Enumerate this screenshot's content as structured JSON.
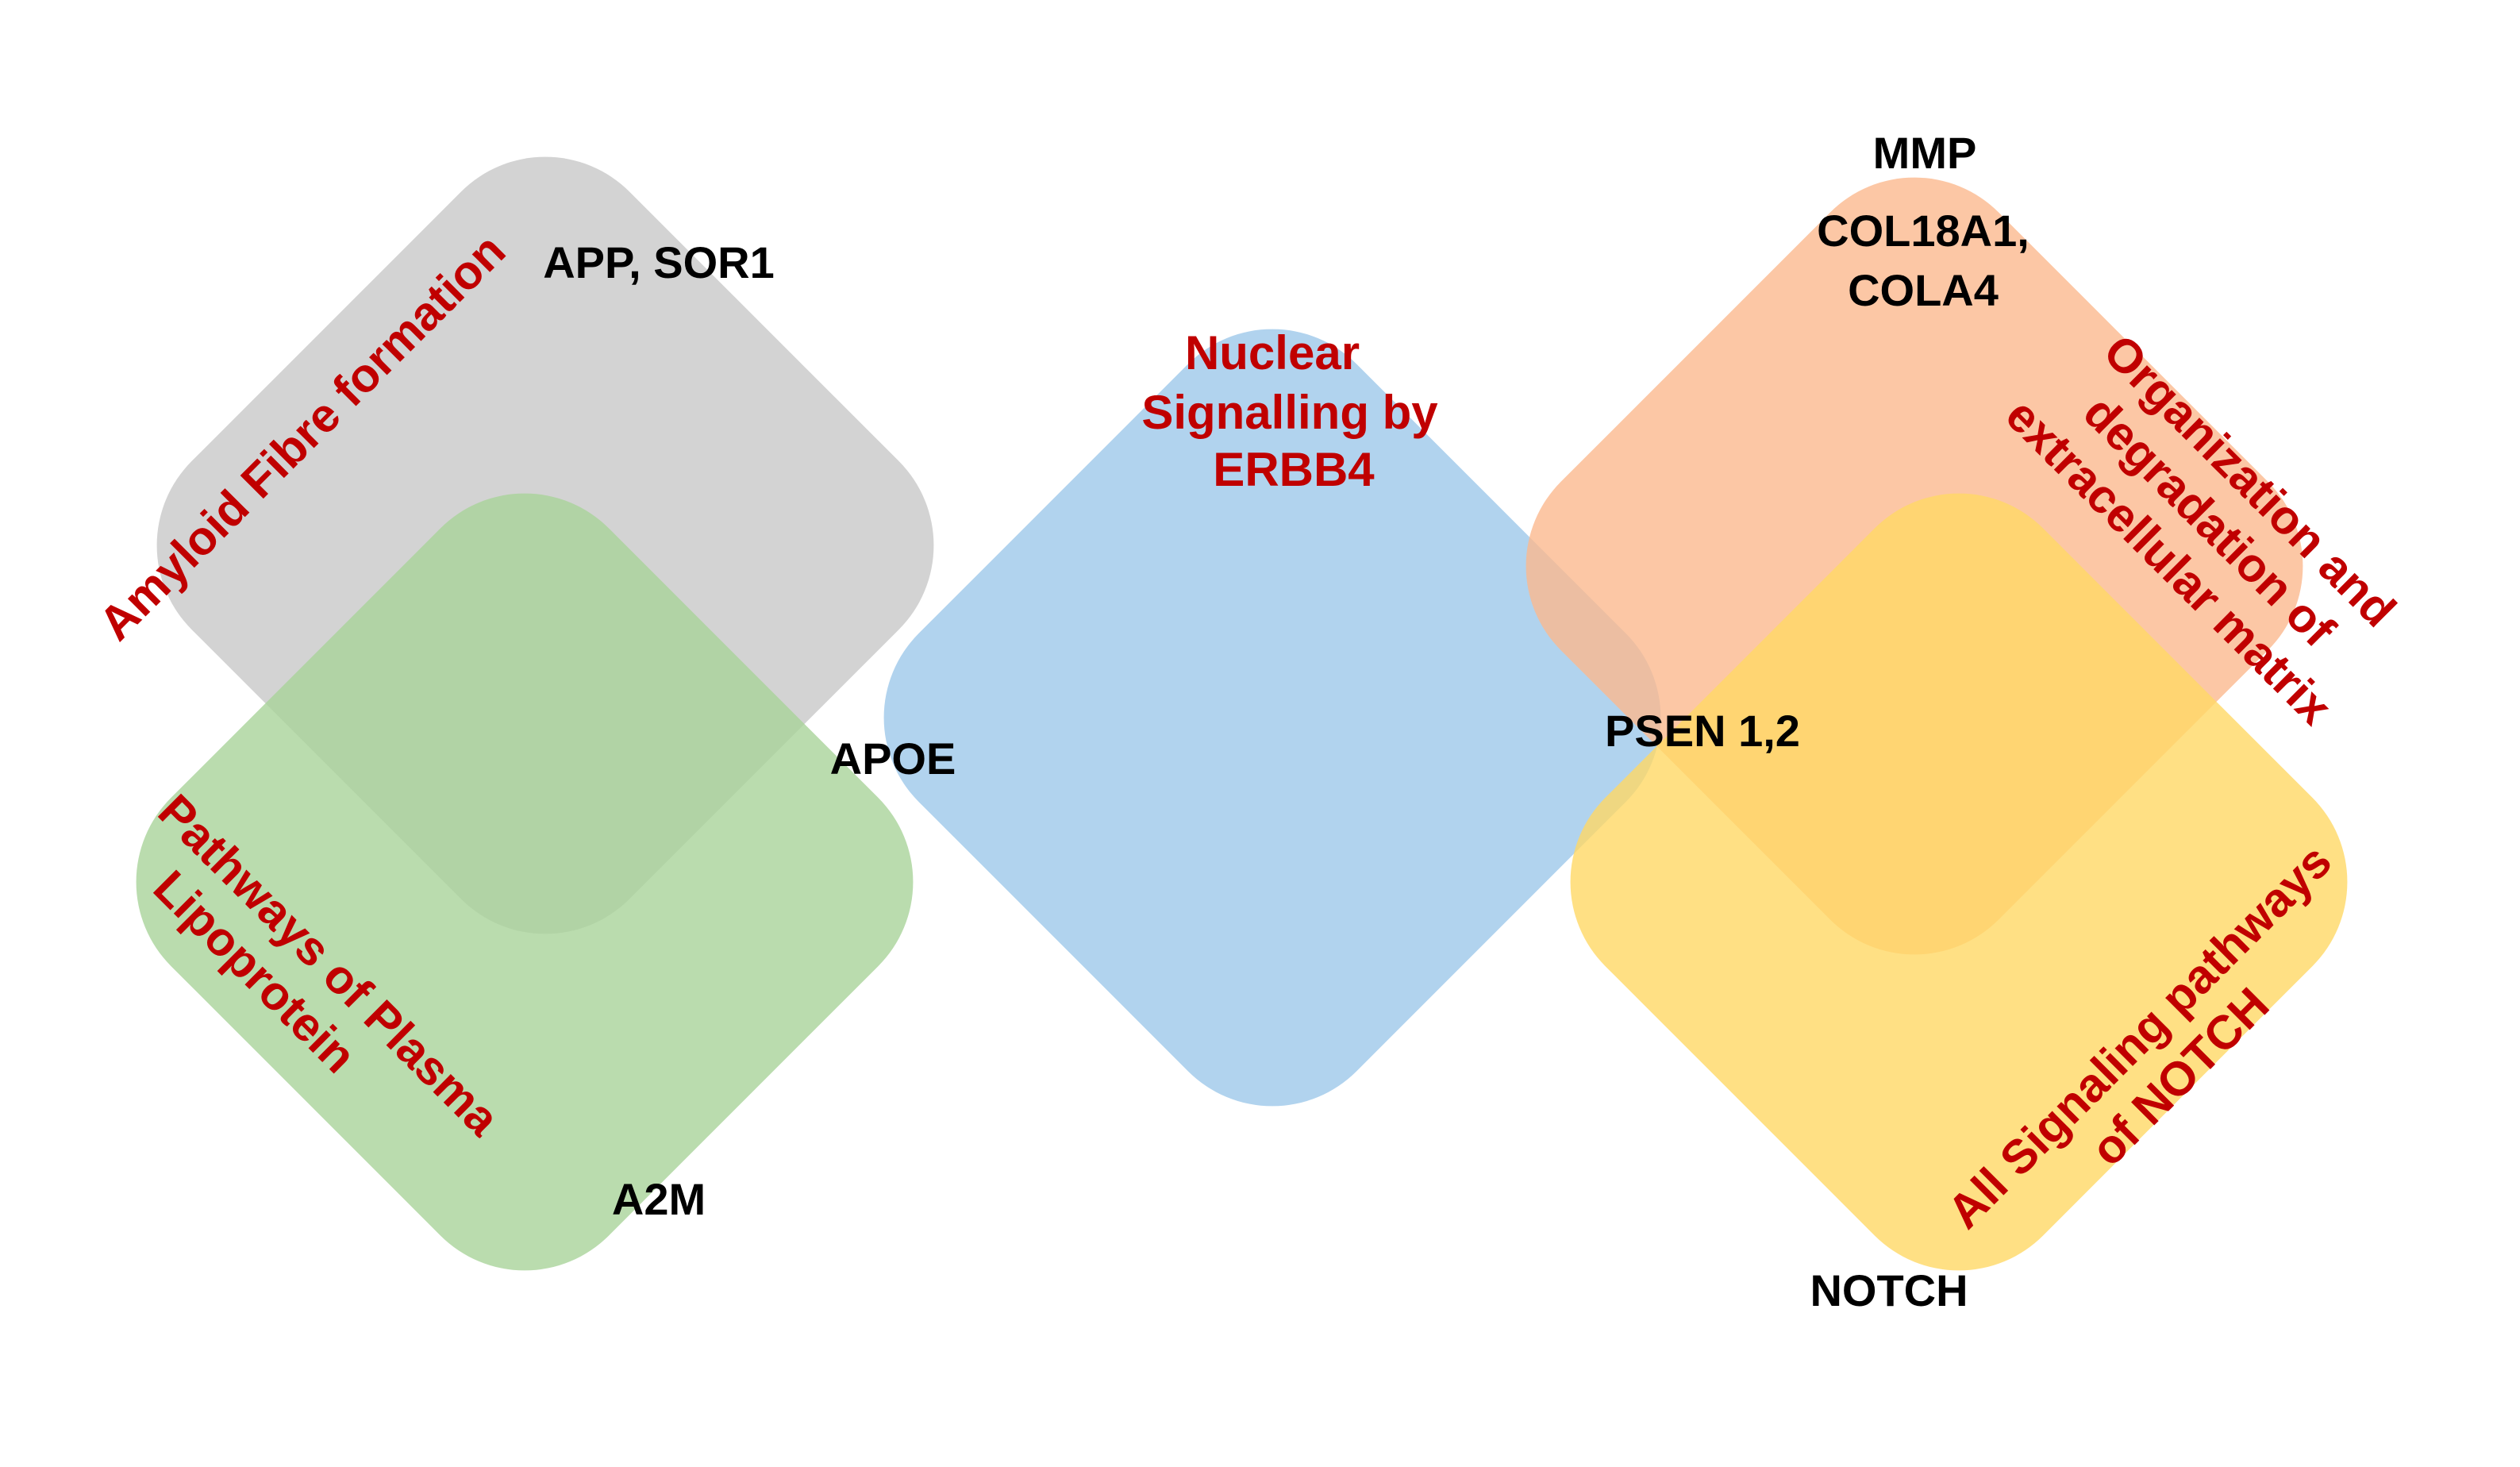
{
  "colors": {
    "gray_set": "#c8c8c8",
    "green_set": "#a9d39a",
    "blue_set": "#9dc8ea",
    "orange_set": "#fbb98f",
    "yellow_set": "#ffd865",
    "gene_text": "#000000",
    "pathway_text": "#c00000"
  },
  "pathways": {
    "amyloid": "Amyloid Fibre formation",
    "plasma_line1": "Pathways of Plasma",
    "plasma_line2": "Lipoprotein",
    "erbb4_line1": "Nuclear",
    "erbb4_line2": "Signalling by",
    "erbb4_line3": "ERBB4",
    "ecm_line1": "Organization and",
    "ecm_line2": "degradation of",
    "ecm_line3": "extracellular matrix",
    "notch_line1": "All Signaling pathways",
    "notch_line2": "of NOTCH"
  },
  "genes": {
    "app_sor1": "APP, SOR1",
    "apoe": "APOE",
    "a2m": "A2M",
    "mmp": "MMP",
    "col_line1": "COL18A1,",
    "col_line2": "COLA4",
    "psen": "PSEN 1,2",
    "notch": "NOTCH"
  }
}
